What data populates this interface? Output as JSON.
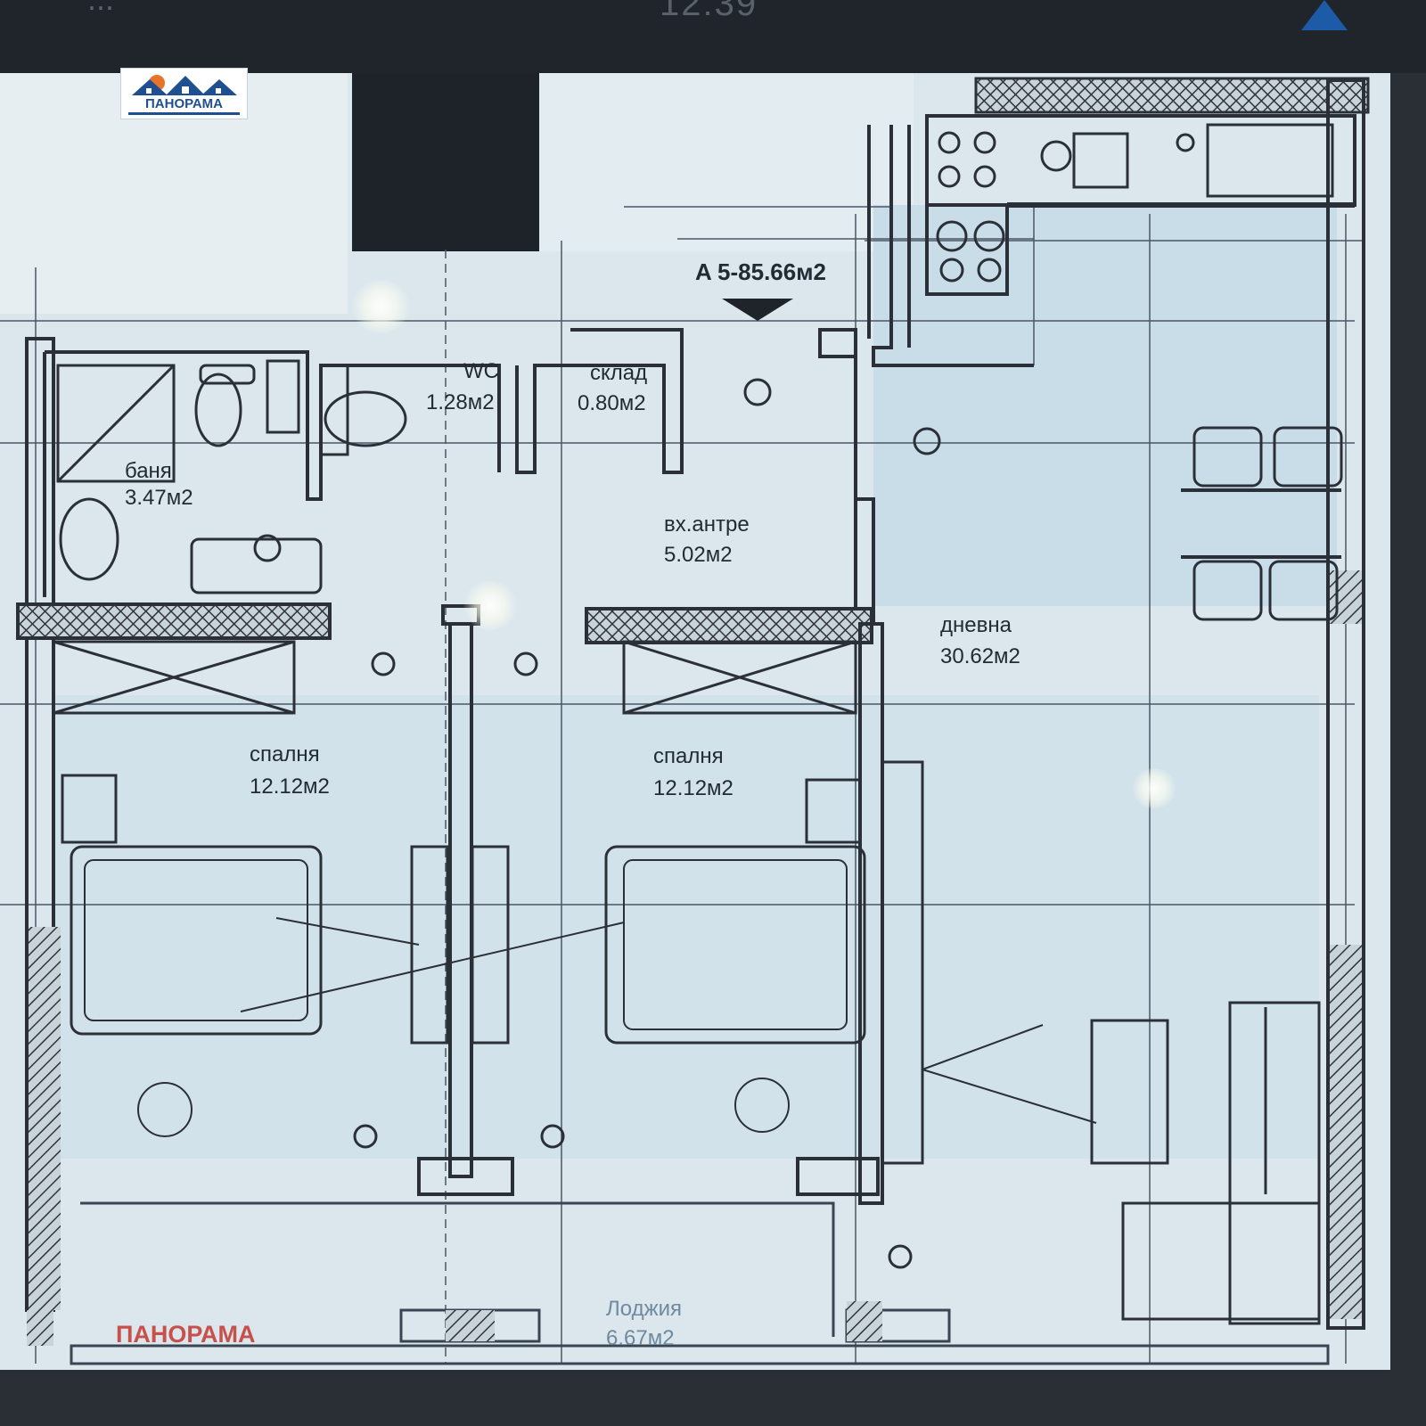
{
  "status_bar": {
    "time": "12:39",
    "left": "...",
    "nav_icon": "up-arrow-icon"
  },
  "logo": {
    "text": "ПАНОРАМА"
  },
  "watermark": {
    "text": "ПАНОРАМА"
  },
  "plan": {
    "apartment_label": "A 5-85.66м2",
    "rooms": {
      "bath": {
        "name": "баня",
        "area": "3.47м2"
      },
      "wc": {
        "name": "WC",
        "area": "1.28м2"
      },
      "storage": {
        "name": "склад",
        "area": "0.80м2"
      },
      "entrance": {
        "name": "вх.антре",
        "area": "5.02м2"
      },
      "living": {
        "name": "дневна",
        "area": "30.62м2"
      },
      "bedroom1": {
        "name": "спалня",
        "area": "12.12м2"
      },
      "bedroom2": {
        "name": "спалня",
        "area": "12.12м2"
      },
      "loggia": {
        "name": "Лоджия",
        "area": "6.67м2"
      }
    },
    "colors": {
      "wall": "#2b3038",
      "floor": "#d4e3eb",
      "line": "#3a4452",
      "hatch": "#3a3f47"
    }
  }
}
